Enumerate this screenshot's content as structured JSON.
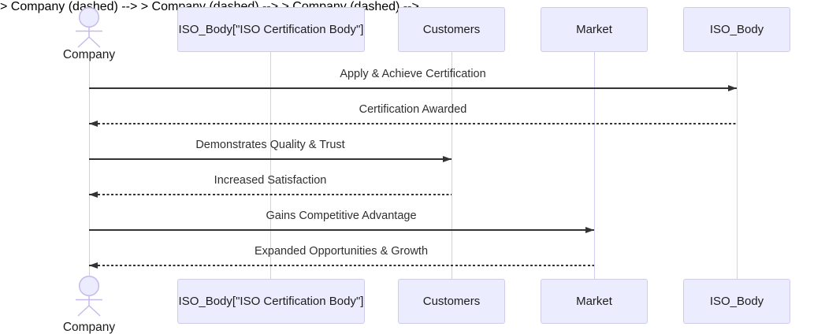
{
  "diagram": {
    "type": "sequence-diagram",
    "actor": {
      "label": "Company"
    },
    "participants": [
      {
        "label": "ISO_Body[\"ISO Certification Body\"]"
      },
      {
        "label": "Customers"
      },
      {
        "label": "Market"
      },
      {
        "label": "ISO_Body"
      }
    ],
    "messages": [
      {
        "from": "Company",
        "to": "ISO_Body",
        "style": "solid",
        "label": "Apply & Achieve Certification"
      },
      {
        "from": "ISO_Body",
        "to": "Company",
        "style": "dashed",
        "label": "Certification Awarded"
      },
      {
        "from": "Company",
        "to": "Customers",
        "style": "solid",
        "label": "Demonstrates Quality & Trust"
      },
      {
        "from": "Customers",
        "to": "Company",
        "style": "dashed",
        "label": "Increased Satisfaction"
      },
      {
        "from": "Company",
        "to": "Market",
        "style": "solid",
        "label": "Gains Competitive Advantage"
      },
      {
        "from": "Market",
        "to": "Company",
        "style": "dashed",
        "label": "Expanded Opportunities & Growth"
      }
    ],
    "colors": {
      "participant_fill": "#ececff",
      "participant_border": "#d0cbe8",
      "lifeline": "#d5cdee",
      "actor_stroke": "#c8bbea",
      "arrow": "#333333",
      "text": "#1c1c1c"
    }
  }
}
